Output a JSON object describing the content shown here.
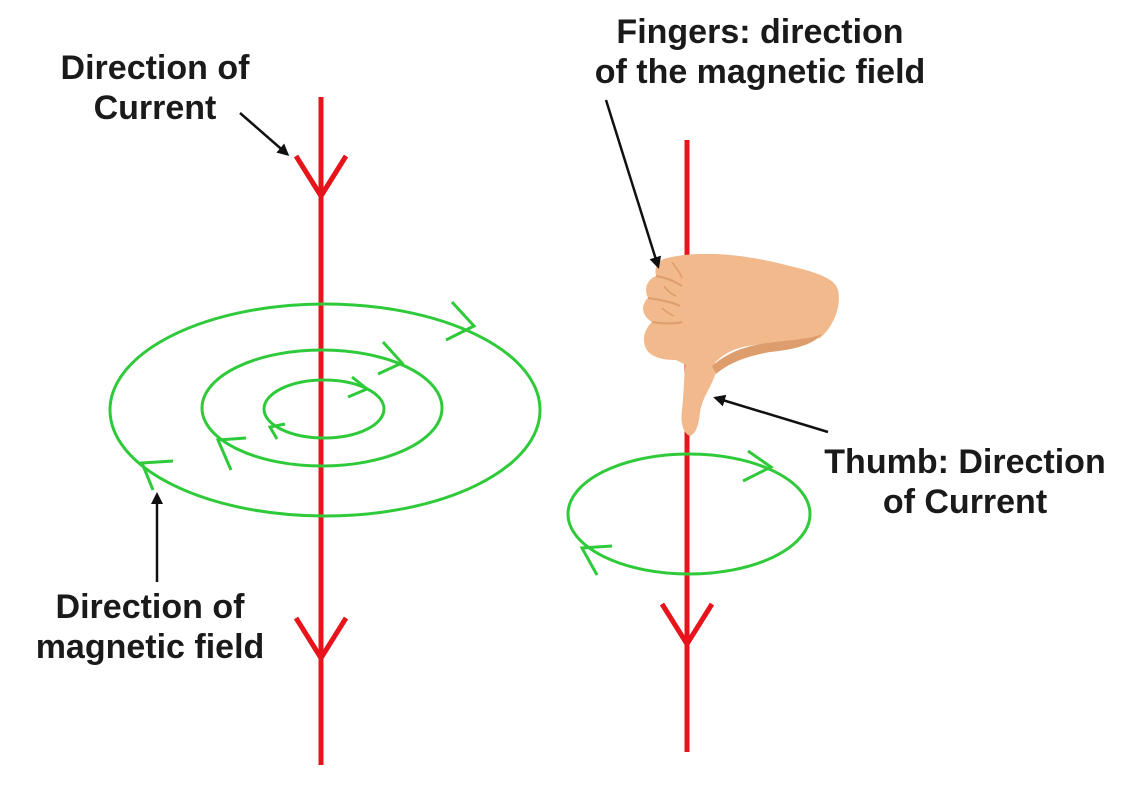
{
  "labels": {
    "current_left": [
      "Direction of",
      "Current"
    ],
    "field_left": [
      "Direction of",
      "magnetic field"
    ],
    "fingers": [
      "Fingers: direction",
      "of the magnetic field"
    ],
    "thumb": [
      "Thumb: Direction",
      "of Current"
    ]
  },
  "colors": {
    "wire": "#e8141b",
    "field": "#2fca3a",
    "pointer": "#111111",
    "hand": "#f2b98c",
    "hand_shadow": "#dd9d6c"
  },
  "icons": {
    "hand": "thumbs-down-hand-icon"
  }
}
